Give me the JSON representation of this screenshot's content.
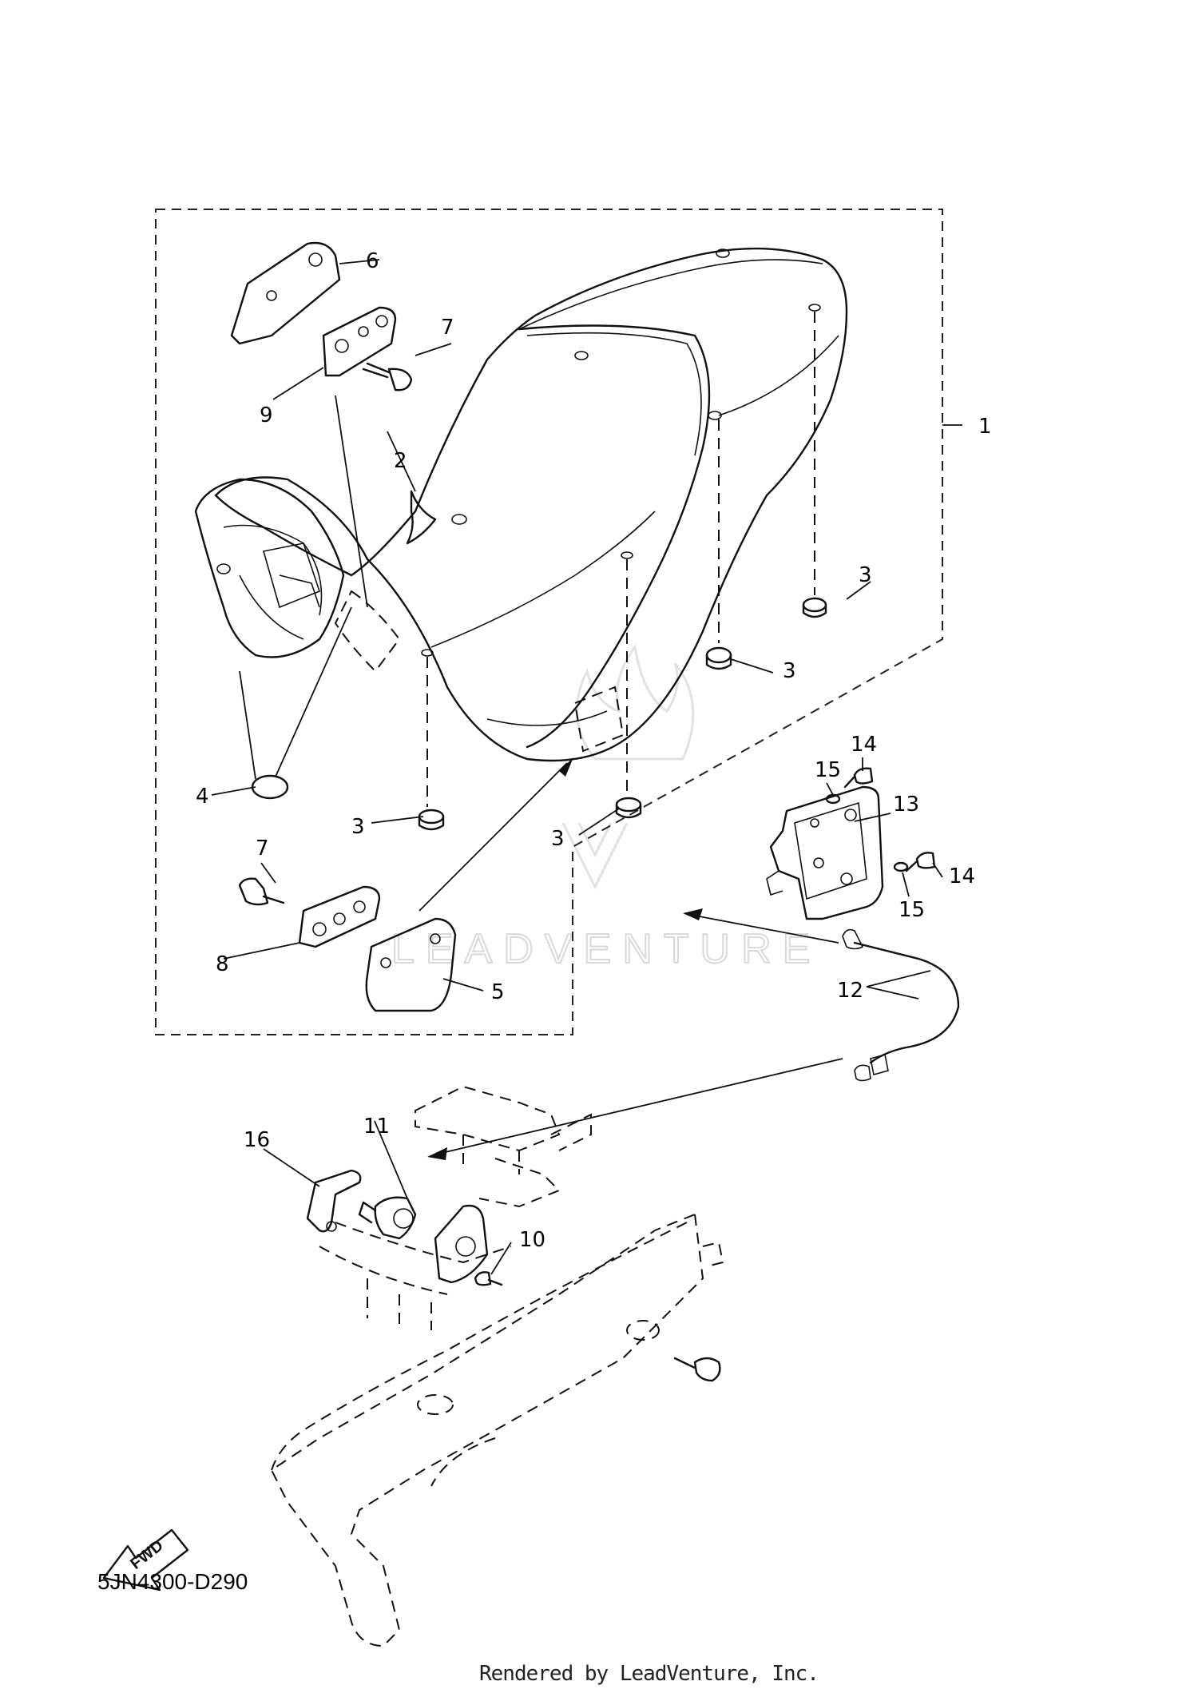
{
  "callouts": [
    {
      "id": "c1",
      "label": "1"
    },
    {
      "id": "c2",
      "label": "2"
    },
    {
      "id": "c3a",
      "label": "3"
    },
    {
      "id": "c3b",
      "label": "3"
    },
    {
      "id": "c3c",
      "label": "3"
    },
    {
      "id": "c3d",
      "label": "3"
    },
    {
      "id": "c4",
      "label": "4"
    },
    {
      "id": "c5",
      "label": "5"
    },
    {
      "id": "c6",
      "label": "6"
    },
    {
      "id": "c7a",
      "label": "7"
    },
    {
      "id": "c7b",
      "label": "7"
    },
    {
      "id": "c8",
      "label": "8"
    },
    {
      "id": "c9",
      "label": "9"
    },
    {
      "id": "c10",
      "label": "10"
    },
    {
      "id": "c11",
      "label": "11"
    },
    {
      "id": "c12",
      "label": "12"
    },
    {
      "id": "c13",
      "label": "13"
    },
    {
      "id": "c14a",
      "label": "14"
    },
    {
      "id": "c14b",
      "label": "14"
    },
    {
      "id": "c15a",
      "label": "15"
    },
    {
      "id": "c15b",
      "label": "15"
    },
    {
      "id": "c16",
      "label": "16"
    }
  ],
  "fwd_badge": "FWD",
  "diagram_code": "5JN4300-D290",
  "rendered_by": "Rendered by LeadVenture, Inc.",
  "watermark": "LEADVENTURE"
}
